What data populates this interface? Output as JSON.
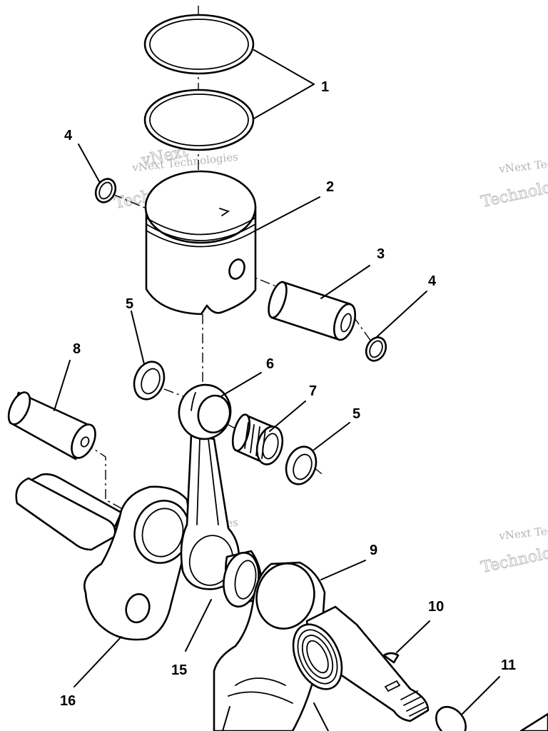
{
  "watermark": {
    "line1": "vNext Technologies",
    "line2": "Technologies",
    "line3": "vNext"
  },
  "callouts": [
    "1",
    "2",
    "3",
    "4",
    "4",
    "5",
    "6",
    "7",
    "5",
    "8",
    "9",
    "10",
    "11",
    "15",
    "16"
  ],
  "colors": {
    "line": "#000000",
    "background": "#ffffff",
    "watermark": "#9a9a9a"
  }
}
